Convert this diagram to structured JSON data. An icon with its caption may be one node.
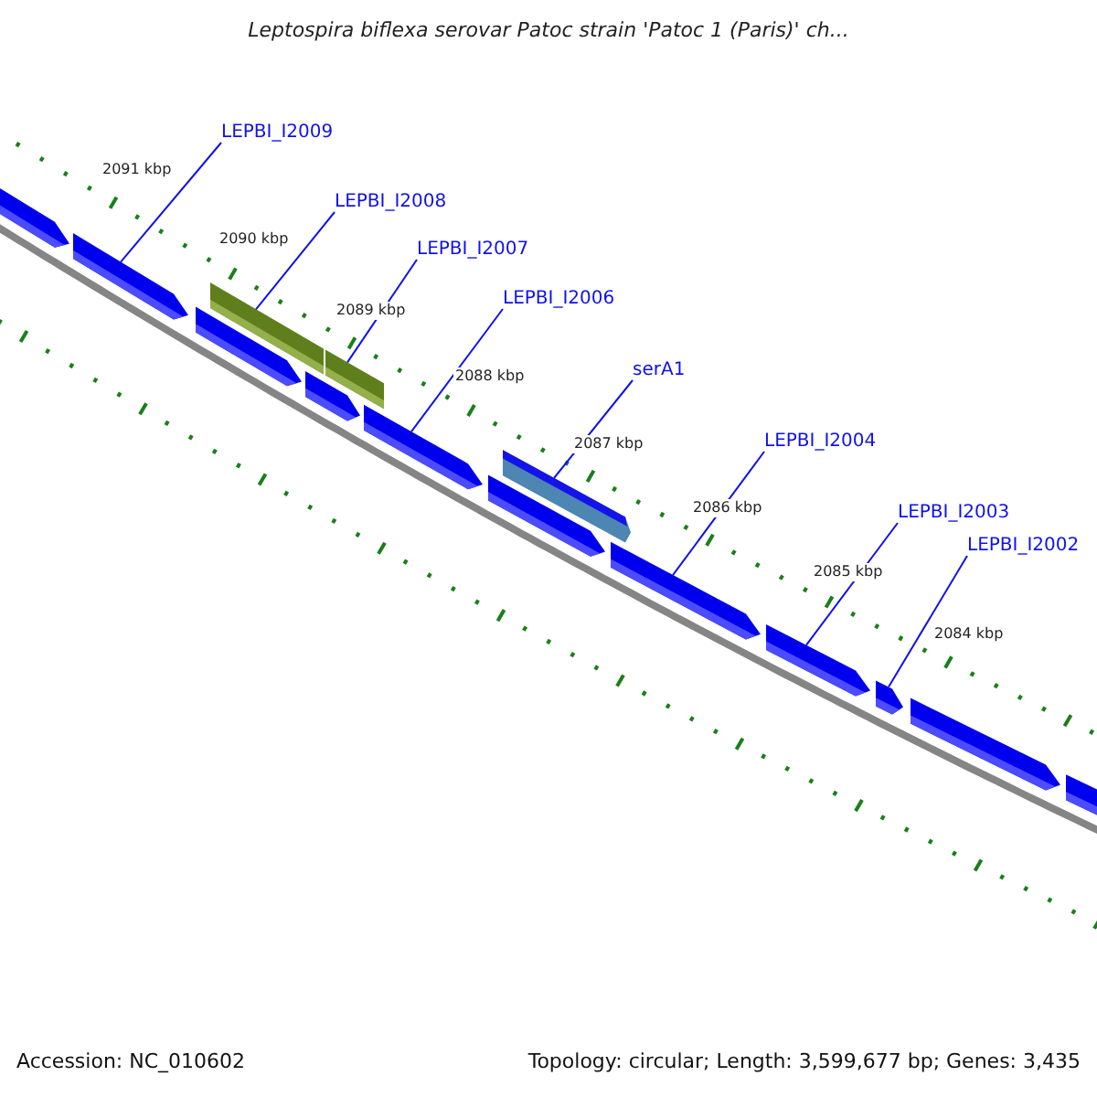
{
  "diagram": {
    "title": "Leptospira biflexa serovar Patoc strain 'Patoc 1 (Paris)' ch...",
    "nodes": [
      {
        "text": [
          "LEPBI_I2009"
        ]
      },
      {
        "text": [
          "LEPBI_I2008"
        ]
      },
      {
        "text": [
          "LEPBI_I2007"
        ]
      },
      {
        "text": [
          "LEPBI_I2006"
        ]
      },
      {
        "text": [
          "serA1"
        ]
      },
      {
        "text": [
          "LEPBI_I2004"
        ]
      },
      {
        "text": [
          "LEPBI_I2003"
        ]
      },
      {
        "text": [
          "LEPBI_I2002"
        ]
      },
      {
        "text": [],
        "shape": "bar"
      },
      {
        "text": [],
        "shape": "bar"
      },
      {
        "text": [],
        "shape": "bar"
      },
      {
        "text": [],
        "shape": "bar"
      },
      {
        "text": [],
        "shape": "bar"
      },
      {
        "text": [],
        "shape": "bar"
      },
      {
        "text": [],
        "shape": "bar"
      },
      {
        "text": [],
        "shape": "bar"
      },
      {
        "text": [],
        "shape": "bar"
      },
      {
        "text": [],
        "shape": "bar"
      },
      {
        "text": [],
        "shape": "bar"
      },
      {
        "text": [],
        "shape": "bar"
      },
      {
        "text": [],
        "shape": "bar"
      },
      {
        "text": [],
        "shape": "bar"
      }
    ],
    "edges": [
      {
        "from": 0,
        "to": 9,
        "arrow": "none"
      },
      {
        "from": 1,
        "to": 11,
        "arrow": "none"
      },
      {
        "from": 2,
        "to": 13,
        "arrow": "none"
      },
      {
        "from": 3,
        "to": 14,
        "arrow": "none"
      },
      {
        "from": 4,
        "to": 16,
        "arrow": "none"
      },
      {
        "from": 5,
        "to": 17,
        "arrow": "none"
      },
      {
        "from": 6,
        "to": 18,
        "arrow": "none"
      },
      {
        "from": 7,
        "to": 19,
        "arrow": "none"
      }
    ],
    "labels": [
      "2091 kbp",
      "2090 kbp",
      "2089 kbp",
      "2088 kbp",
      "2087 kbp",
      "2086 kbp",
      "2085 kbp",
      "2084 kbp",
      "Accession: NC_010602",
      "Topology: circular; Length: 3,599,677 bp; Genes: 3,435"
    ]
  }
}
